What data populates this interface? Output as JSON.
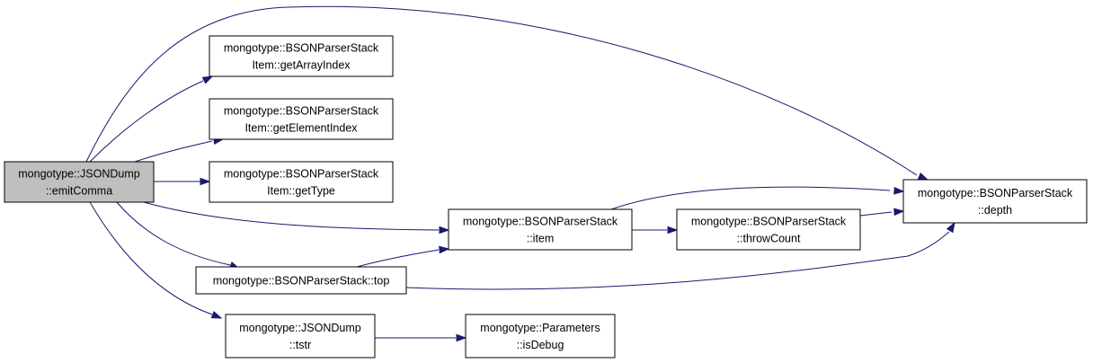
{
  "colors": {
    "edge": "#191970",
    "node_fill": "#ffffff",
    "focus_fill": "#bfbfbf",
    "border": "#000000",
    "background": "#ffffff"
  },
  "nodes": [
    {
      "id": "emitComma",
      "lines": [
        "mongotype::JSONDump",
        "::emitComma"
      ],
      "focus": true
    },
    {
      "id": "getArrayIndex",
      "lines": [
        "mongotype::BSONParserStack",
        "Item::getArrayIndex"
      ]
    },
    {
      "id": "getElementIndex",
      "lines": [
        "mongotype::BSONParserStack",
        "Item::getElementIndex"
      ]
    },
    {
      "id": "getType",
      "lines": [
        "mongotype::BSONParserStack",
        "Item::getType"
      ]
    },
    {
      "id": "item",
      "lines": [
        "mongotype::BSONParserStack",
        "::item"
      ]
    },
    {
      "id": "top",
      "lines": [
        "mongotype::BSONParserStack::top"
      ]
    },
    {
      "id": "tstr",
      "lines": [
        "mongotype::JSONDump",
        "::tstr"
      ]
    },
    {
      "id": "throwCount",
      "lines": [
        "mongotype::BSONParserStack",
        "::throwCount"
      ]
    },
    {
      "id": "isDebug",
      "lines": [
        "mongotype::Parameters",
        "::isDebug"
      ]
    },
    {
      "id": "depth",
      "lines": [
        "mongotype::BSONParserStack",
        "::depth"
      ]
    }
  ],
  "edges": [
    {
      "from": "emitComma",
      "to": "depth"
    },
    {
      "from": "emitComma",
      "to": "getArrayIndex"
    },
    {
      "from": "emitComma",
      "to": "getElementIndex"
    },
    {
      "from": "emitComma",
      "to": "getType"
    },
    {
      "from": "emitComma",
      "to": "item"
    },
    {
      "from": "emitComma",
      "to": "top"
    },
    {
      "from": "emitComma",
      "to": "tstr"
    },
    {
      "from": "item",
      "to": "depth"
    },
    {
      "from": "item",
      "to": "throwCount"
    },
    {
      "from": "throwCount",
      "to": "depth"
    },
    {
      "from": "top",
      "to": "item"
    },
    {
      "from": "top",
      "to": "depth"
    },
    {
      "from": "tstr",
      "to": "isDebug"
    }
  ]
}
